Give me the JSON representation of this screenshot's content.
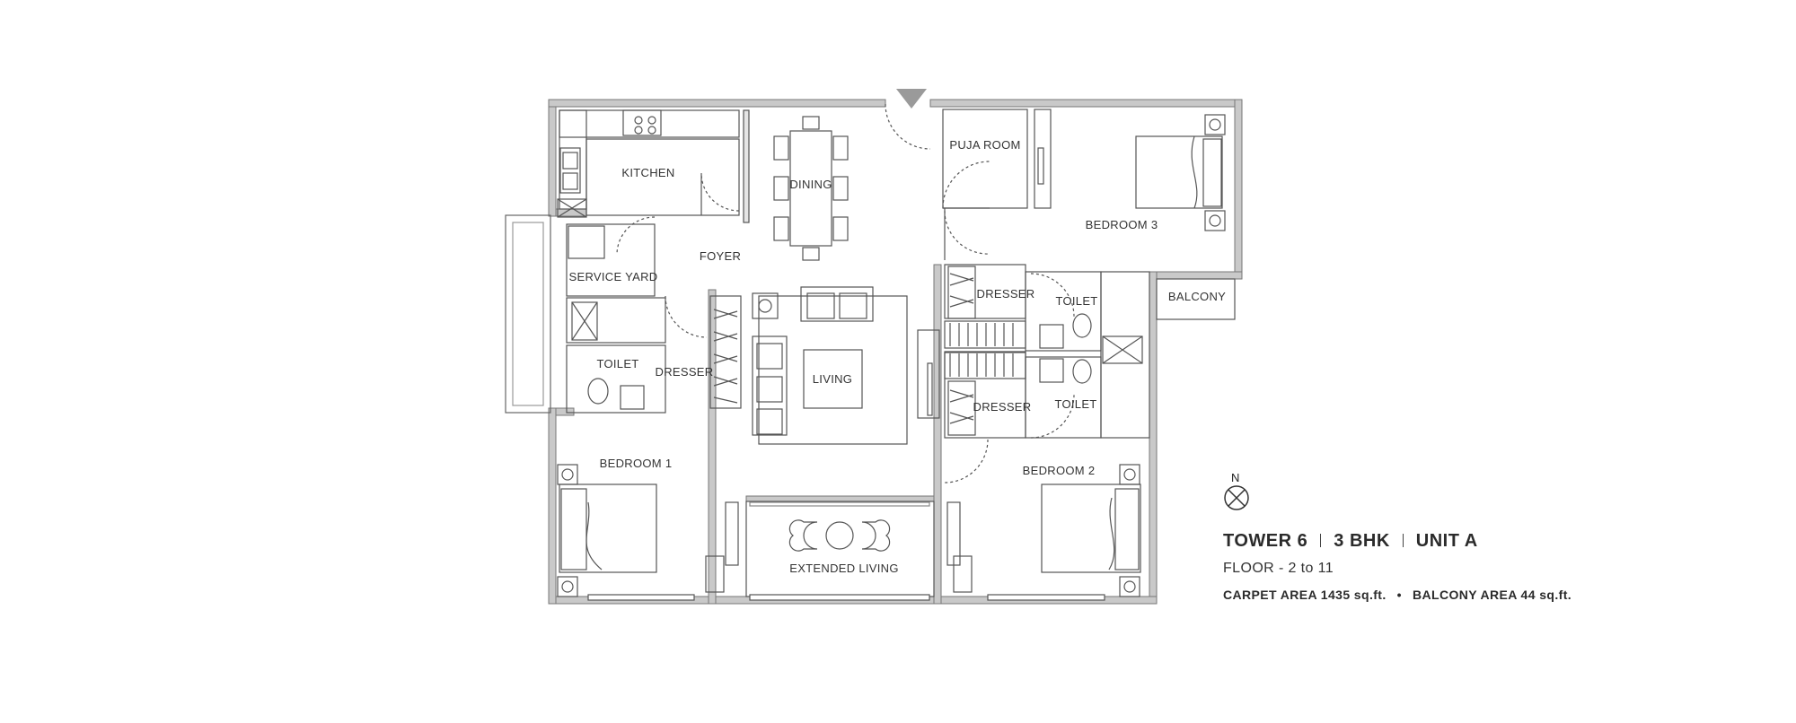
{
  "rooms": {
    "kitchen": "KITCHEN",
    "dining": "DINING",
    "puja_room": "PUJA ROOM",
    "bedroom3": "BEDROOM 3",
    "foyer": "FOYER",
    "service_yard": "SERVICE YARD",
    "dresser_left": "DRESSER",
    "toilet_left": "TOILET",
    "living": "LIVING",
    "dresser_top_right": "DRESSER",
    "toilet_top_right": "TOILET",
    "balcony": "BALCONY",
    "dresser_bottom_right": "DRESSER",
    "toilet_bottom_right": "TOILET",
    "bedroom1": "BEDROOM 1",
    "bedroom2": "BEDROOM 2",
    "extended_living": "EXTENDED LIVING"
  },
  "compass": {
    "label": "N",
    "icon": "compass-icon"
  },
  "info": {
    "tower": "TOWER 6",
    "config": "3 BHK",
    "unit": "UNIT A",
    "floor": "FLOOR - 2 to 11",
    "carpet_area": "CARPET AREA 1435 sq.ft.",
    "separator": "•",
    "balcony_area": "BALCONY AREA 44 sq.ft."
  },
  "colors": {
    "wall": "#c9c9c9",
    "line": "#555555",
    "background": "#ffffff"
  }
}
